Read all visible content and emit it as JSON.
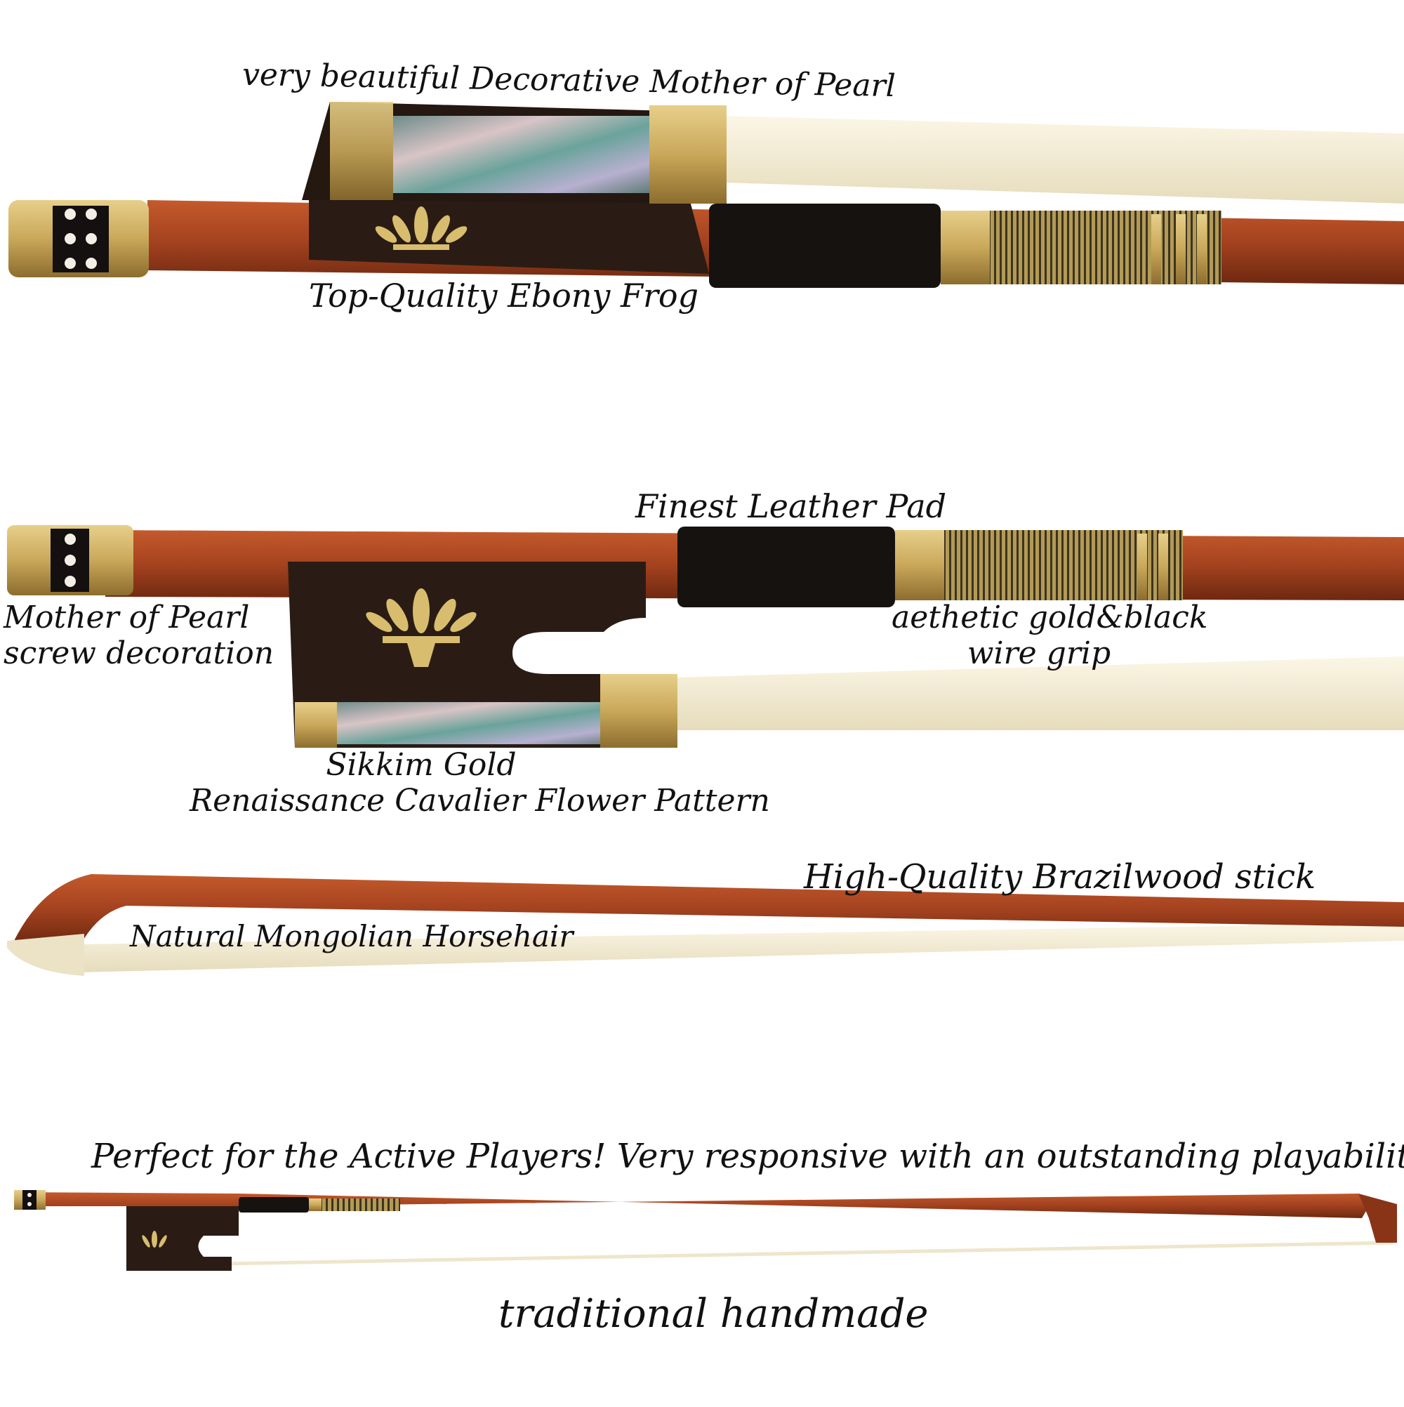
{
  "labels": {
    "mother_of_pearl_top": "very beautiful Decorative Mother of Pearl",
    "ebony_frog": "Top-Quality Ebony Frog",
    "leather_pad": "Finest Leather Pad",
    "screw_line1": "Mother of Pearl",
    "screw_line2": "screw decoration",
    "grip_line1": "aethetic gold&black",
    "grip_line2": "wire grip",
    "sikkim_line1": "Sikkim Gold",
    "sikkim_line2": "Renaissance Cavalier Flower Pattern",
    "stick": "High-Quality Brazilwood stick",
    "horsehair": "Natural Mongolian Horsehair",
    "tagline": "Perfect for the Active Players! Very responsive with an outstanding playability!",
    "footer": "traditional handmade"
  },
  "colors": {
    "wood": "#a4421f",
    "wood_dark": "#6e2810",
    "ebony": "#2a1c14",
    "gold": "#c9a85a",
    "hair": "#f1ead2",
    "leather": "#161210"
  },
  "icons": [
    "fleur-de-lis-inlay-icon",
    "pearl-eye-icon",
    "abalone-slide-icon"
  ]
}
